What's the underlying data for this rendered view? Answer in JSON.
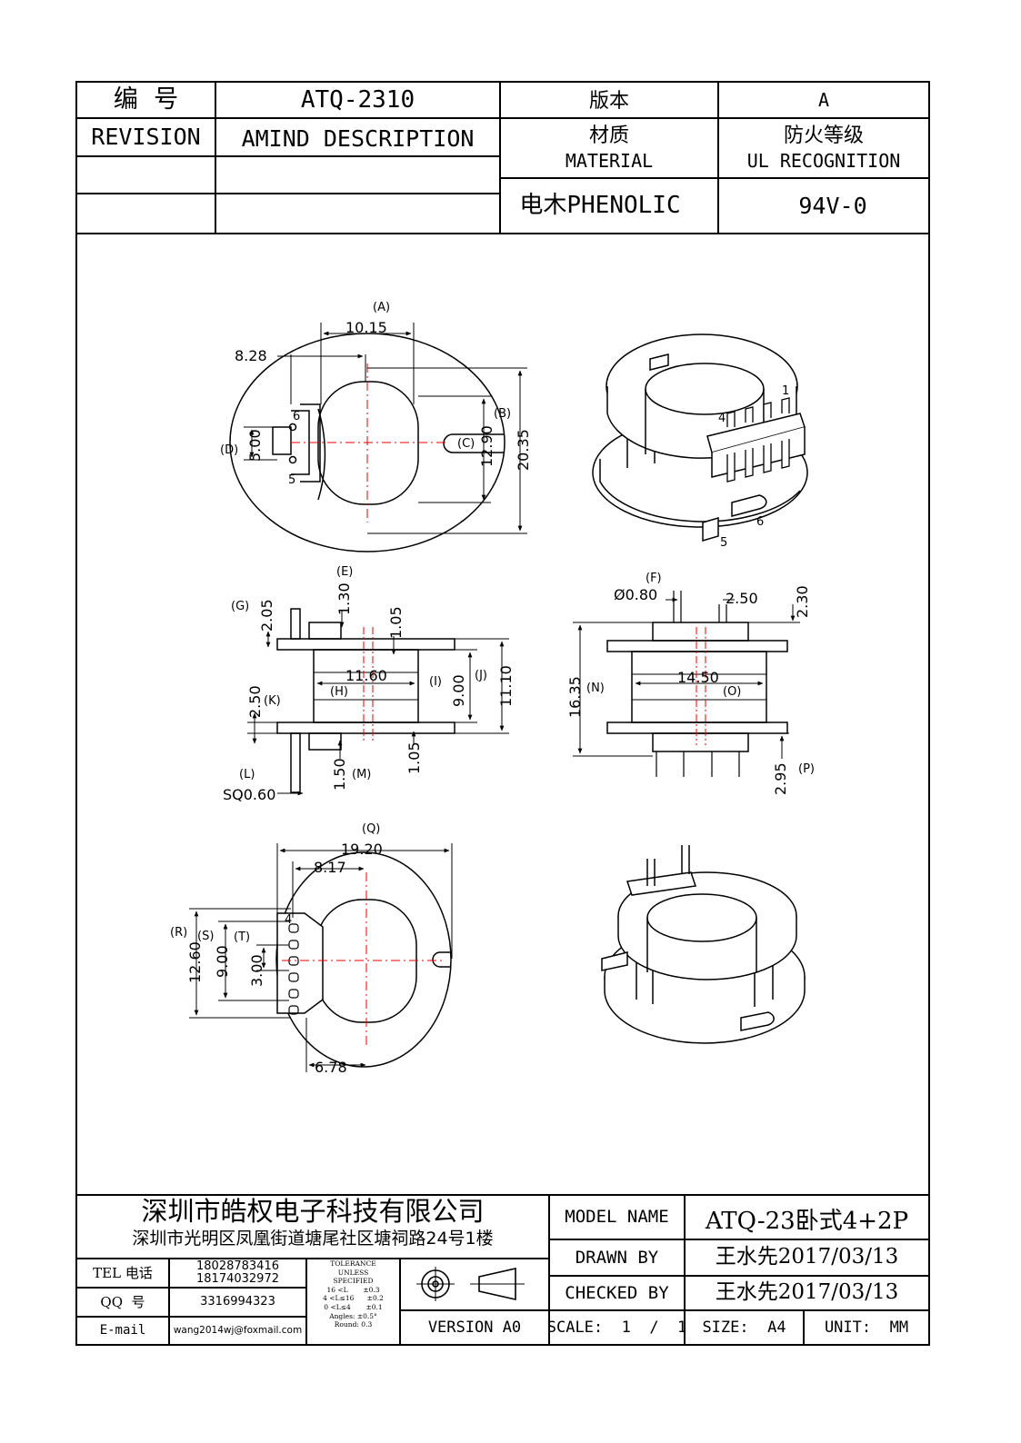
{
  "header": {
    "code_label": "编  号",
    "code_value": "ATQ-2310",
    "version_label": "版本",
    "version_value": "A",
    "revision_label": "REVISION",
    "amend_label": "AMIND DESCRIPTION",
    "material_label_cn": "材质",
    "material_label_en": "MATERIAL",
    "fire_label_cn": "防火等级",
    "fire_label_en": "UL RECOGNITION",
    "material_value": "电木PHENOLIC",
    "fire_value": "94V-0"
  },
  "drawing": {
    "top_view": {
      "A": "(A)",
      "B": "(B)",
      "C": "(C)",
      "D": "(D)",
      "d_10_15": "10.15",
      "d_8_28": "8.28",
      "d_12_90": "12.90",
      "d_20_35": "20.35",
      "d_5_00": "5.00",
      "pin6": "6",
      "pin5": "5"
    },
    "iso_top": {
      "pin1": "1",
      "pin4": "4",
      "pin6": "6",
      "pin5": "5"
    },
    "side_view": {
      "E": "(E)",
      "G": "(G)",
      "H": "(H)",
      "I": "(I)",
      "J": "(J)",
      "K": "(K)",
      "L": "(L)",
      "M": "(M)",
      "d_1_30": "1.30",
      "d_2_05": "2.05",
      "d_1_05_top": "1.05",
      "d_11_60": "11.60",
      "d_9_00": "9.00",
      "d_11_10": "11.10",
      "d_2_50": "2.50",
      "d_1_05_bot": "1.05",
      "d_1_50": "1.50",
      "d_sq": "SQ0.60"
    },
    "front_view": {
      "F": "(F)",
      "N": "(N)",
      "O": "(O)",
      "P": "(P)",
      "d_phi": "Ø0.80",
      "d_2_50": "2.50",
      "d_2_30": "2.30",
      "d_16_35": "16.35",
      "d_14_50": "14.50",
      "d_2_95": "2.95"
    },
    "bottom_view": {
      "Q": "(Q)",
      "R": "(R)",
      "S": "(S)",
      "T": "(T)",
      "d_19_20": "19.20",
      "d_8_17": "8.17",
      "d_12_60": "12.60",
      "d_9_00": "9.00",
      "d_3_00": "3.00",
      "d_6_78": "6.78",
      "pin4": "4"
    }
  },
  "footer": {
    "company": "深圳市皓权电子科技有限公司",
    "address": "深圳市光明区凤凰街道塘尾社区塘祠路24号1楼",
    "tel_label": "TEL 电话",
    "tel_1": "18028783416",
    "tel_2": "18174032972",
    "qq_label": "QQ  号",
    "qq_value": "3316994323",
    "email_label": "E-mail",
    "email_value": "wang2014wj@foxmail.com",
    "tol_1": "TOLERANCE",
    "tol_2": "UNLESS",
    "tol_3": "SPECIFIED",
    "tol_4": "16 <L       ±0.3",
    "tol_5": "4 <L≤16      ±0.2",
    "tol_6": "0 <L≤4       ±0.1",
    "tol_7": "Angles: ±0.5°",
    "tol_8": "Round: 0.3",
    "version": "VERSION A0",
    "model_label": "MODEL NAME",
    "model_value": "ATQ-23卧式4+2P",
    "drawn_label": "DRAWN BY",
    "drawn_value": "王水先2017/03/13",
    "checked_label": "CHECKED BY",
    "checked_value": "王水先2017/03/13",
    "scale": "SCALE:  1  /  1",
    "size": "SIZE:  A4",
    "unit": "UNIT:  MM"
  }
}
